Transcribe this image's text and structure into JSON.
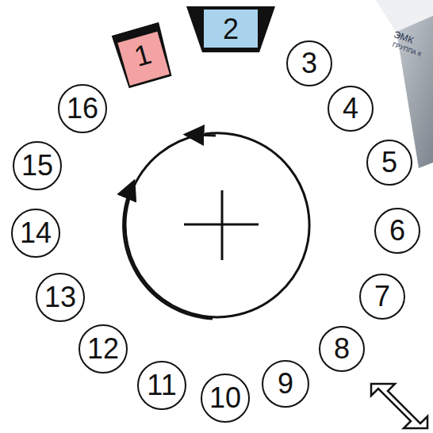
{
  "diagram": {
    "nodes": [
      {
        "text": [
          "1"
        ]
      },
      {
        "text": [
          "2"
        ]
      },
      {
        "text": [
          "3"
        ]
      },
      {
        "text": [
          "4"
        ]
      },
      {
        "text": [
          "5"
        ]
      },
      {
        "text": [
          "6"
        ]
      },
      {
        "text": [
          "7"
        ]
      },
      {
        "text": [
          "8"
        ]
      },
      {
        "text": [
          "9"
        ]
      },
      {
        "text": [
          "10"
        ]
      },
      {
        "text": [
          "11"
        ]
      },
      {
        "text": [
          "12"
        ]
      },
      {
        "text": [
          "13"
        ]
      },
      {
        "text": [
          "14"
        ]
      },
      {
        "text": [
          "15"
        ]
      },
      {
        "text": [
          "16"
        ]
      }
    ],
    "labels": [
      "ЭМК",
      "ГРУППА К"
    ]
  }
}
